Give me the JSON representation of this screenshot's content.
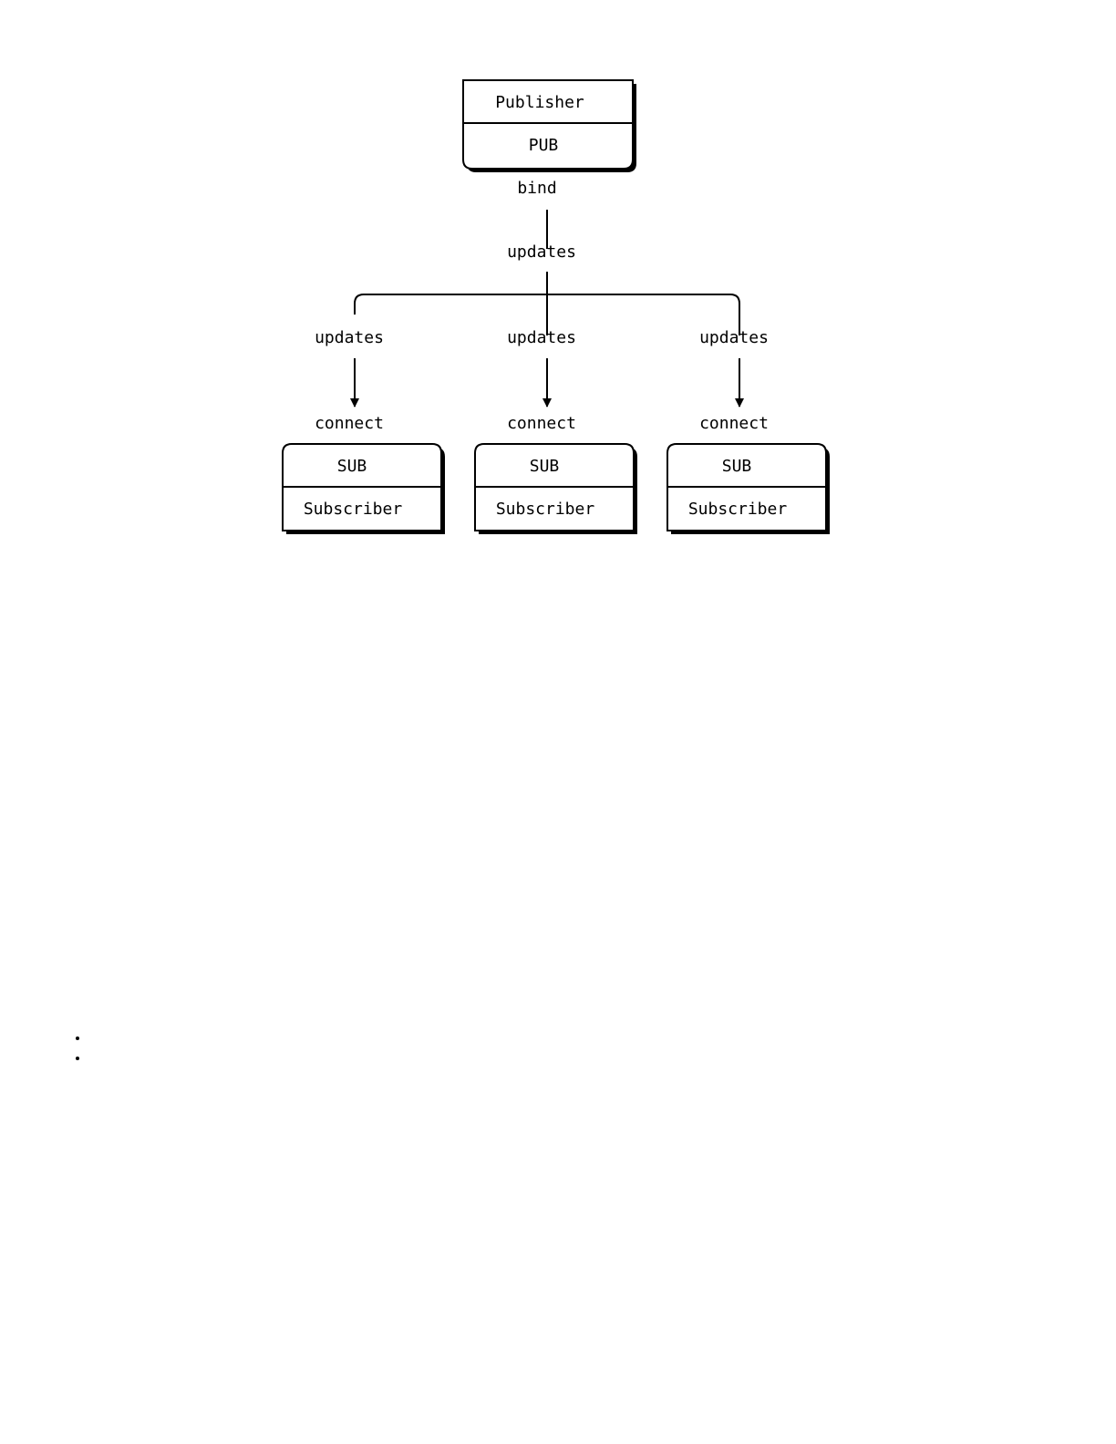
{
  "diagram": {
    "publisher": {
      "name": "Publisher",
      "socket": "PUB",
      "connector_label": "bind"
    },
    "trunk_label": "updates",
    "subscribers": [
      {
        "name": "Subscriber",
        "socket": "SUB",
        "connector_label": "connect",
        "edge_label": "updates"
      },
      {
        "name": "Subscriber",
        "socket": "SUB",
        "connector_label": "connect",
        "edge_label": "updates"
      },
      {
        "name": "Subscriber",
        "socket": "SUB",
        "connector_label": "connect",
        "edge_label": "updates"
      }
    ]
  },
  "bullet_list": {
    "items": [
      "",
      ""
    ]
  }
}
